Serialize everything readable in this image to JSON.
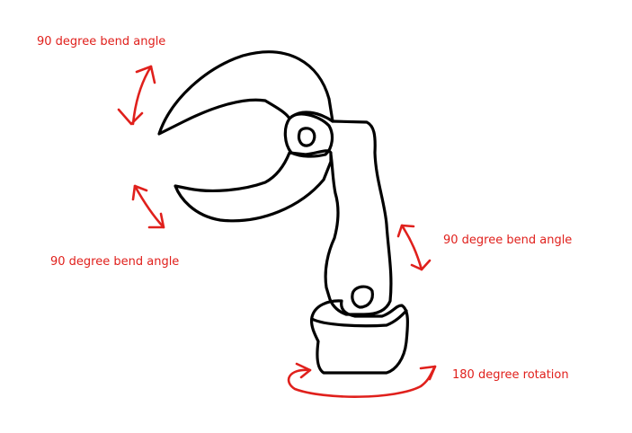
{
  "labels": {
    "top_left": "90 degree bend angle",
    "mid_left": "90 degree bend angle",
    "right": "90 degree bend angle",
    "base": "180 degree rotation"
  },
  "colors": {
    "ink": "#000000",
    "annotation": "#e0201c",
    "background": "#ffffff"
  }
}
